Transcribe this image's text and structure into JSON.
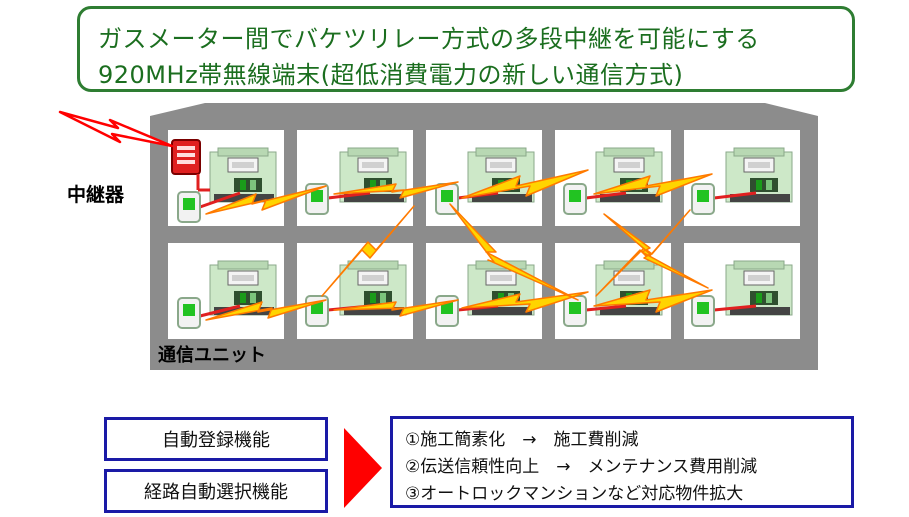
{
  "title": {
    "line1": "ガスメーター間でバケツリレー方式の多段中継を可能にする",
    "line2": "920MHz帯無線端末(超低消費電力の新しい通信方式)"
  },
  "labels": {
    "repeater": "中継器",
    "comm_unit": "通信ユニット"
  },
  "functions": [
    "自動登録機能",
    "経路自動選択機能"
  ],
  "benefits": [
    "①施工簡素化　→　施工費削減",
    "②伝送信頼性向上　→　メンテナンス費用削減",
    "③オートロックマンションなど対応物件拡大"
  ],
  "colors": {
    "title_green": "#1b6e1f",
    "building_gray": "#8c8c8c",
    "box_blue": "#1a1aa6",
    "arrow_red": "#ff0000",
    "lightning": "#ffd400",
    "lightning_edge": "#ff7a00",
    "repeater_red": "#e02020",
    "unit_green": "#22c322"
  }
}
